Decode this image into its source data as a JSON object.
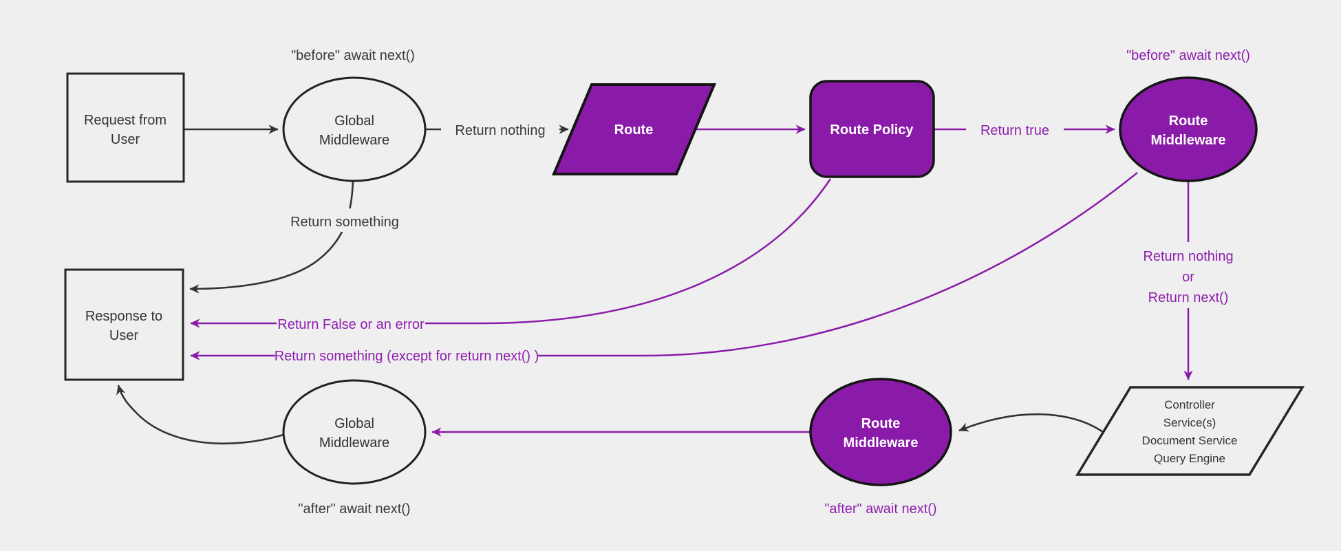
{
  "diagram_title": "Middleware request-response flow diagram",
  "colors": {
    "background": "#efefef",
    "purple_fill": "#8a1ba8",
    "purple_text": "#8e1ead",
    "dark_stroke": "#333333",
    "node_border": "#1a1a1a",
    "white_text": "#ffffff",
    "dark_text": "#333333"
  },
  "nodes": {
    "request": {
      "lines": [
        "Request from",
        "User"
      ]
    },
    "global_middleware_top": {
      "lines": [
        "Global",
        "Middleware"
      ]
    },
    "route": {
      "label": "Route"
    },
    "route_policy": {
      "label": "Route Policy"
    },
    "route_middleware_top": {
      "lines": [
        "Route",
        "Middleware"
      ]
    },
    "controller": {
      "lines": [
        "Controller",
        "Service(s)",
        "Document Service",
        "Query Engine"
      ]
    },
    "route_middleware_bottom": {
      "lines": [
        "Route",
        "Middleware"
      ]
    },
    "global_middleware_bottom": {
      "lines": [
        "Global",
        "Middleware"
      ]
    },
    "response": {
      "lines": [
        "Response to",
        "User"
      ]
    }
  },
  "edge_labels": {
    "before_await_global": "\"before\" await next()",
    "return_nothing": "Return nothing",
    "return_true": "Return true",
    "before_await_route": "\"before\" await next()",
    "return_nothing_or": [
      "Return nothing",
      "or",
      "Return next()"
    ],
    "return_something": "Return something",
    "return_false_error": "Return False or an error",
    "return_something_except": "Return something (except for return next() )",
    "after_await_route": "\"after\" await next()",
    "after_await_global": "\"after\" await next()"
  }
}
